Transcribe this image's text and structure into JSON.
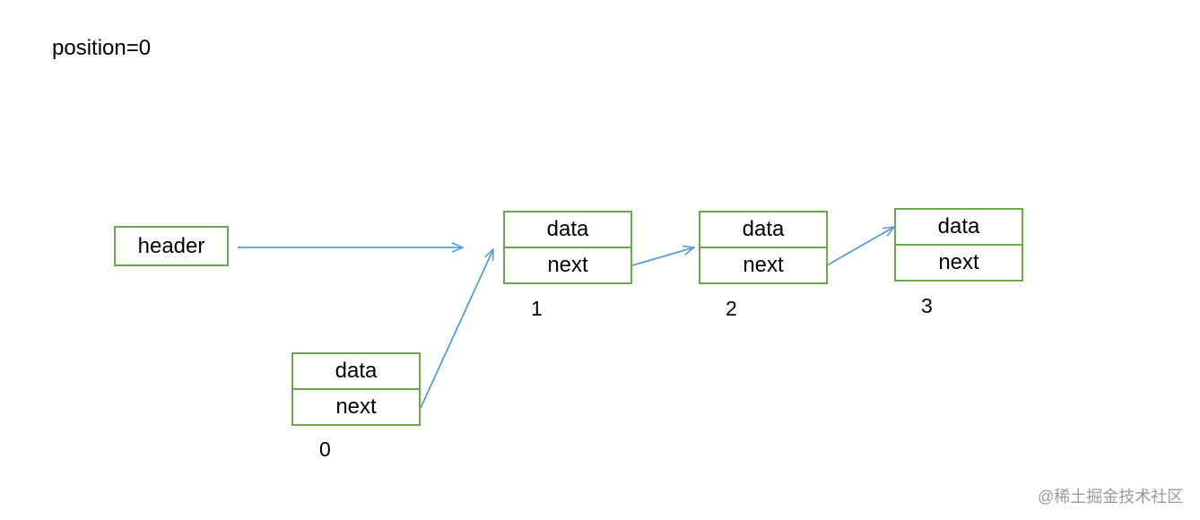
{
  "caption": "position=0",
  "header_label": "header",
  "nodes": [
    {
      "data": "data",
      "next": "next",
      "index": "0"
    },
    {
      "data": "data",
      "next": "next",
      "index": "1"
    },
    {
      "data": "data",
      "next": "next",
      "index": "2"
    },
    {
      "data": "data",
      "next": "next",
      "index": "3"
    }
  ],
  "watermark": "@稀土掘金技术社区",
  "colors": {
    "box_border": "#6aa84f",
    "arrow": "#5b9bd5"
  }
}
